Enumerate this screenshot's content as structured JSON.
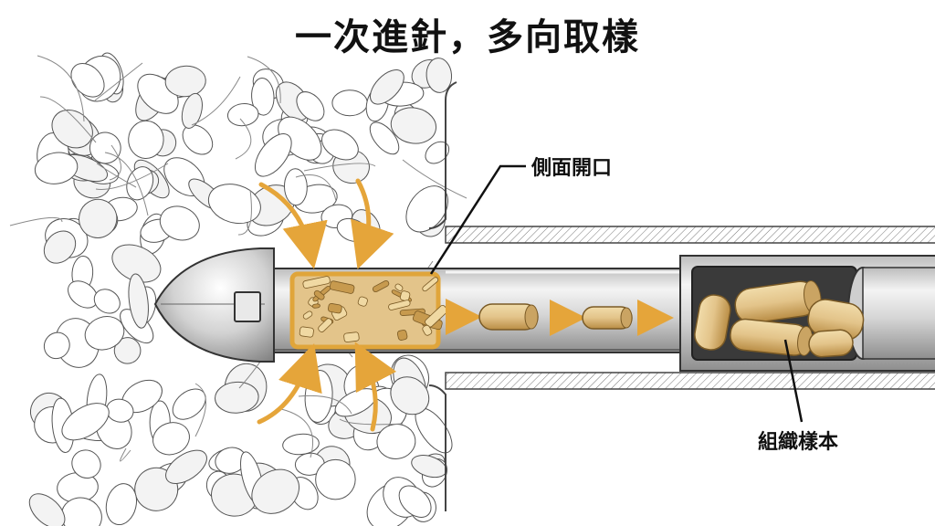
{
  "title": "一次進針，多向取樣",
  "labels": {
    "side_opening": "側面開口",
    "tissue_sample": "組織樣本"
  },
  "colors": {
    "ink": "#111111",
    "tissue_fill": "#e3c48a",
    "tissue_shade": "#c79a4e",
    "arrow": "#e5a53a",
    "opening_outline": "#e0a53a",
    "metal_light": "#f2f2f2",
    "metal_dark": "#8a8a8a"
  }
}
